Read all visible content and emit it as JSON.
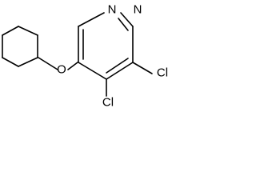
{
  "molecule": {
    "atoms": {
      "n1": "N",
      "n2": "N",
      "cl3": "Cl",
      "cl4": "Cl",
      "o": "O"
    }
  }
}
